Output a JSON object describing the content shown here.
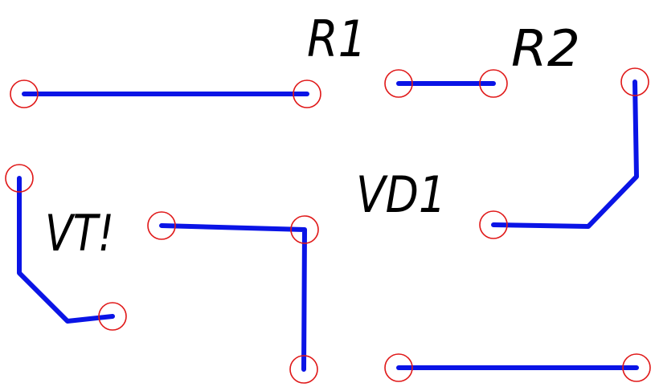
{
  "colors": {
    "trace": "#0a14e6",
    "pad": "#e01818",
    "label": "#000000",
    "background": "#ffffff"
  },
  "labels": {
    "r1": "R1",
    "r2": "R2",
    "vd1": "VD1",
    "vt1": "VT!"
  }
}
